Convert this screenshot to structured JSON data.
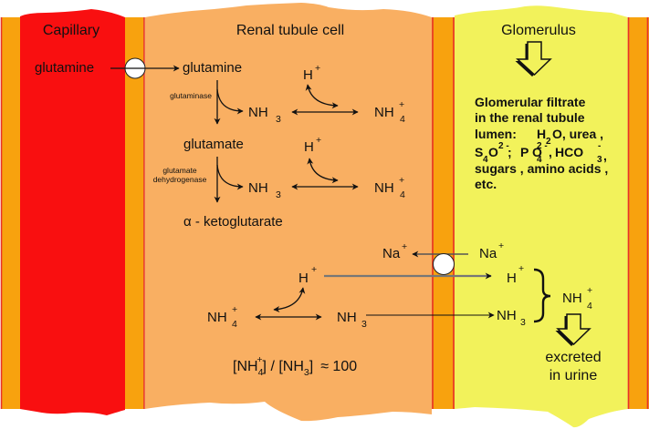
{
  "colors": {
    "capillary": "#F90F10",
    "membrane": "#F8A20E",
    "membrane_edge": "#E8322A",
    "cell": "#F9AF62",
    "lumen": "#F2F25B",
    "transporter": "#FFFFFF",
    "text": "#111111"
  },
  "titles": {
    "capillary": "Capillary",
    "cell": "Renal tubule cell",
    "glomerulus": "Glomerulus"
  },
  "capillary": {
    "glutamine": "glutamine"
  },
  "cell": {
    "glutamine": "glutamine",
    "glutaminase": "glutaminase",
    "glutamate": "glutamate",
    "gdh": [
      "glutamate",
      "dehydrogenase"
    ],
    "alpha_kg": "α - ketoglutarate",
    "h_ion": {
      "base": "H",
      "sup": "+"
    },
    "nh3": {
      "base": "NH",
      "sub": "3"
    },
    "nh4": {
      "base": "NH",
      "sub": "4",
      "sup": "+"
    },
    "na_ion": {
      "base": "Na",
      "sup": "+"
    },
    "ratio": {
      "open": "[NH",
      "sub1": "4",
      "sup1": "+",
      "middle": "] / [NH",
      "sub2": "3",
      "close": "]",
      "approx": "≈ 100"
    }
  },
  "lumen": {
    "na_ion": {
      "base": "Na",
      "sup": "+"
    },
    "h_ion": {
      "base": "H",
      "sup": "+"
    },
    "nh3": {
      "base": "NH",
      "sub": "3"
    },
    "nh4": {
      "base": "NH",
      "sub": "4",
      "sup": "+"
    },
    "filtrate": {
      "l1": "Glomerular filtrate",
      "l2": "in the renal tubule",
      "l3": [
        "lumen:",
        "H",
        "2",
        "O, urea ,"
      ],
      "l4": [
        "S",
        "4",
        "O",
        "2 -",
        ";",
        "P O",
        "4",
        "2 -",
        ",",
        "HCO",
        "3",
        "-",
        ","
      ],
      "l5": "sugars , amino acids ,",
      "l6": "etc."
    },
    "excreted": [
      "excreted",
      "in urine"
    ]
  }
}
